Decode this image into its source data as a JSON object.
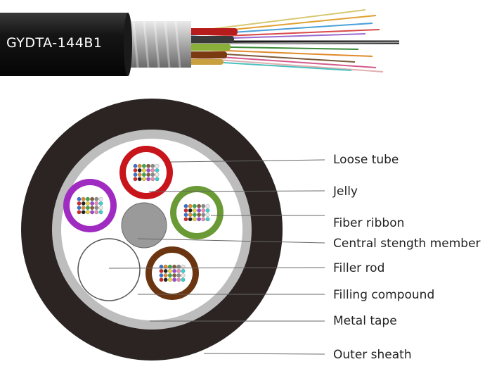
{
  "cable": {
    "model_label": "GYDTA-144B1"
  },
  "components": [
    {
      "label": "Loose tube",
      "key": "loose-tube"
    },
    {
      "label": "Jelly",
      "key": "jelly"
    },
    {
      "label": "Fiber ribbon",
      "key": "fiber-ribbon"
    },
    {
      "label": "Central stength member",
      "key": "central-strength-member"
    },
    {
      "label": "Filler rod",
      "key": "filler-rod"
    },
    {
      "label": "Filling compound",
      "key": "filling-compound"
    },
    {
      "label": "Metal tape",
      "key": "metal-tape"
    },
    {
      "label": "Outer sheath",
      "key": "outer-sheath"
    }
  ],
  "colors": {
    "outer_sheath": "#2b2423",
    "metal_tape": "#bdbdbd",
    "filling_compound": "#ffffff",
    "central_member": "#9a9a9a",
    "tube_red": "#c8151b",
    "tube_purple": "#a02bc0",
    "tube_green": "#6a9a35",
    "tube_brown": "#6a3510",
    "fiber_palette": [
      "#3a6fd0",
      "#e08a2a",
      "#3aa84a",
      "#8a5a3a",
      "#8a8a8a",
      "#e8e8e8",
      "#d02a2a",
      "#222222",
      "#e6d23a",
      "#9a4ad0",
      "#e88ab0",
      "#3ad0d0"
    ]
  }
}
